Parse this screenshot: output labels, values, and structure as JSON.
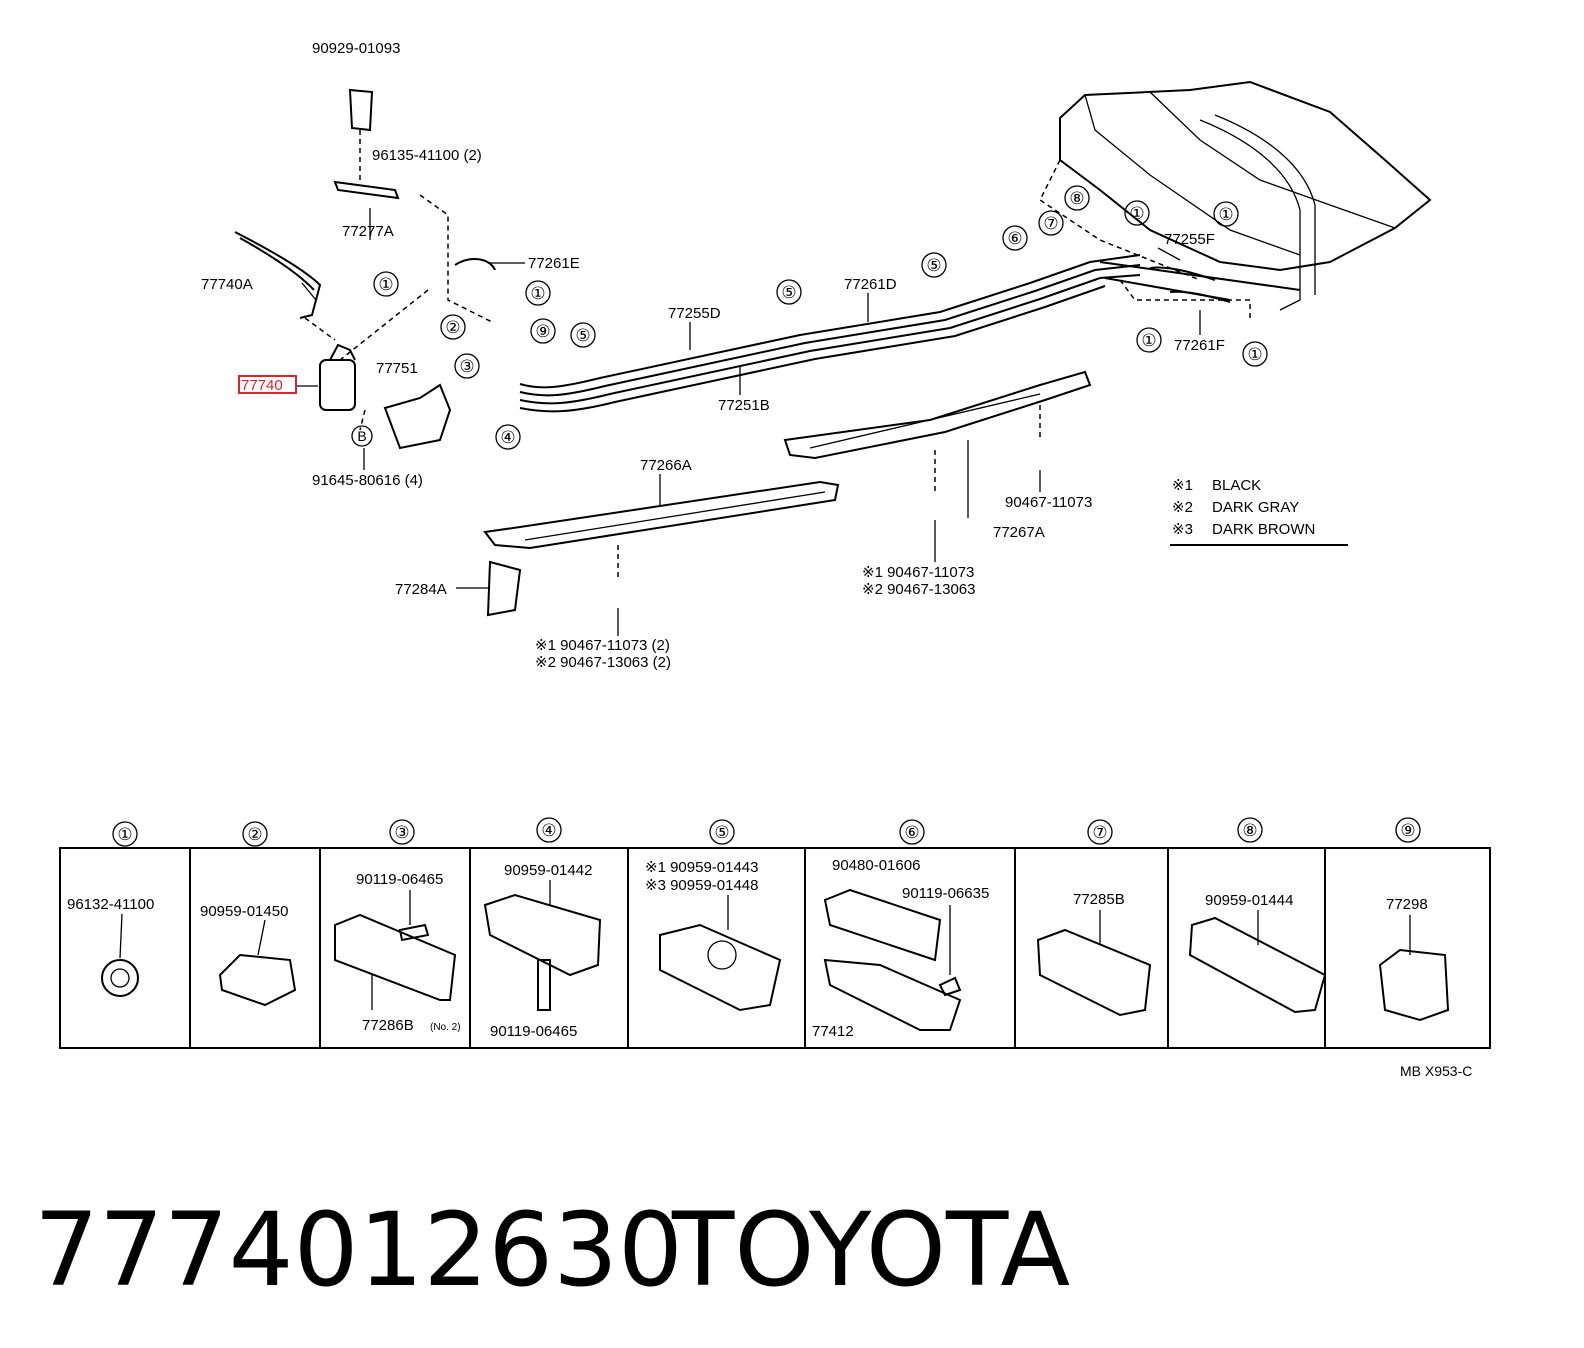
{
  "diagram": {
    "top_labels": {
      "p_90929": "90929-01093",
      "p_96135": "96135-41100 (2)",
      "p_77277A": "77277A",
      "p_77740A": "77740A",
      "p_77740_highlighted": "77740",
      "p_77751": "77751",
      "p_91645": "91645-80616 (4)",
      "p_77261E": "77261E",
      "p_77255D": "77255D",
      "p_77251B": "77251B",
      "p_77261D": "77261D",
      "p_77255F": "77255F",
      "p_77261F": "77261F",
      "p_77266A": "77266A",
      "p_77284A": "77284A",
      "p_77267A": "77267A",
      "p_90467_right": "90467-11073",
      "mid_note_1": "※1 90467-11073",
      "mid_note_2": "※2 90467-13063",
      "bot_note_1": "※1  90467-11073 (2)",
      "bot_note_2": "※2  90467-13063 (2)",
      "marker_B": "B"
    },
    "legend": [
      {
        "mark": "※1",
        "text": "BLACK"
      },
      {
        "mark": "※2",
        "text": "DARK GRAY"
      },
      {
        "mark": "※3",
        "text": "DARK BROWN"
      }
    ],
    "callouts": [
      "①",
      "②",
      "③",
      "④",
      "⑤",
      "⑥",
      "⑦",
      "⑧",
      "⑨"
    ],
    "highlight_color": "#d9262c"
  },
  "table": {
    "columns": [
      {
        "num": "①",
        "parts": [
          "96132-41100"
        ]
      },
      {
        "num": "②",
        "parts": [
          "90959-01450"
        ]
      },
      {
        "num": "③",
        "parts": [
          "90119-06465",
          "77286B",
          "(No. 2)"
        ]
      },
      {
        "num": "④",
        "parts": [
          "90959-01442",
          "90119-06465"
        ]
      },
      {
        "num": "⑤",
        "parts": [
          "※1  90959-01443",
          "※3  90959-01448"
        ]
      },
      {
        "num": "⑥",
        "parts": [
          "90480-01606",
          "90119-06635",
          "77412"
        ]
      },
      {
        "num": "⑦",
        "parts": [
          "77285B"
        ]
      },
      {
        "num": "⑧",
        "parts": [
          "90959-01444"
        ]
      },
      {
        "num": "⑨",
        "parts": [
          "77298"
        ]
      }
    ],
    "ref_code": "MB X953-C"
  },
  "caption": {
    "part_number": "7774012630",
    "brand": "TOYOTA"
  }
}
